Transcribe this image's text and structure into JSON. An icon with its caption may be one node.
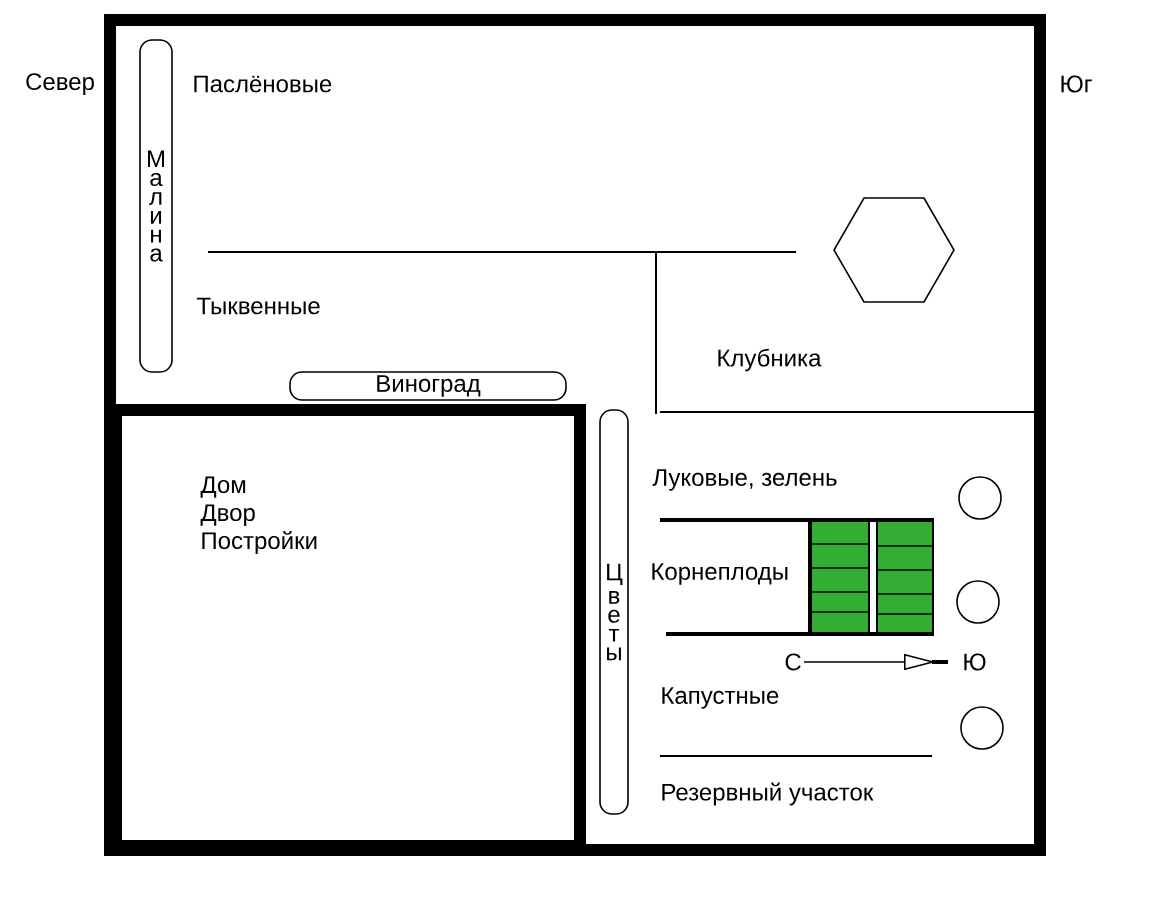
{
  "diagram": {
    "nodes": [
      {
        "text": [
          "Малина"
        ]
      },
      {
        "text": [
          "Виноград"
        ]
      },
      {
        "text": [
          "Дом",
          "Двор",
          "Постройки"
        ]
      },
      {
        "text": [
          "Цветы"
        ]
      }
    ],
    "labels": [
      "Север",
      "Паслёновые",
      "Юг",
      "Тыквенные",
      "Клубника",
      "Луковые, зелень",
      "Корнеплоды",
      "С",
      "Ю",
      "Капустные",
      "Резервный участок"
    ]
  }
}
